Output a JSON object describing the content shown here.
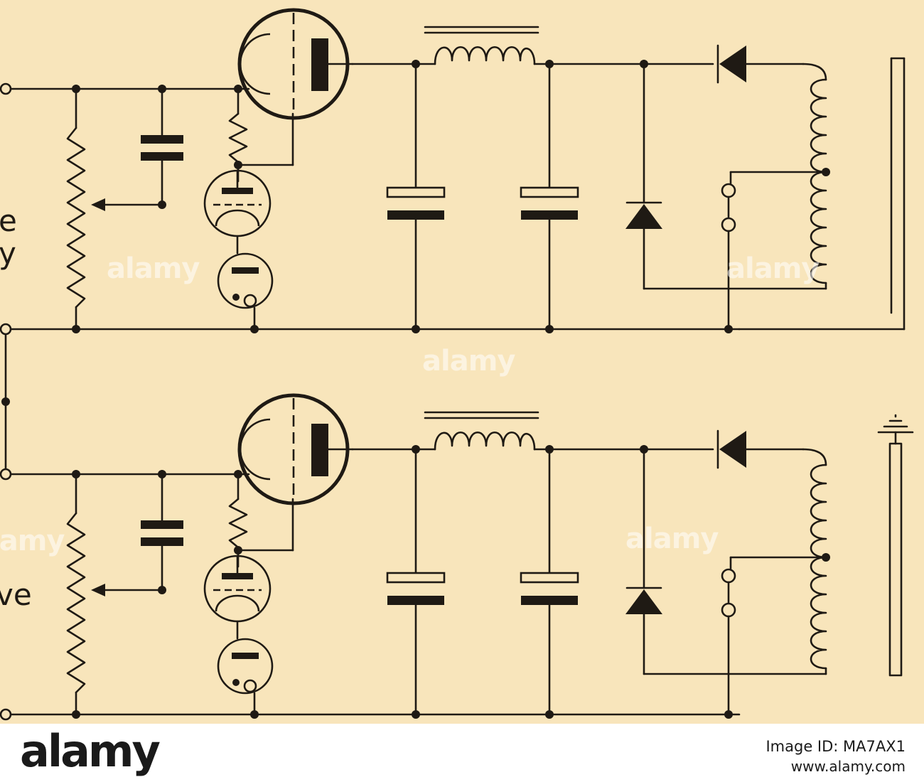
{
  "diagram": {
    "left_label_fragments": [
      "e",
      "y",
      "ve"
    ]
  },
  "watermark": {
    "text": "alamy"
  },
  "footer": {
    "logo": "alamy",
    "image_id": "Image ID: MA7AX1",
    "site": "www.alamy.com"
  },
  "colors": {
    "paper": "#f8e5bb",
    "ink": "#1f1a14",
    "footer_bg": "#ffffff"
  }
}
